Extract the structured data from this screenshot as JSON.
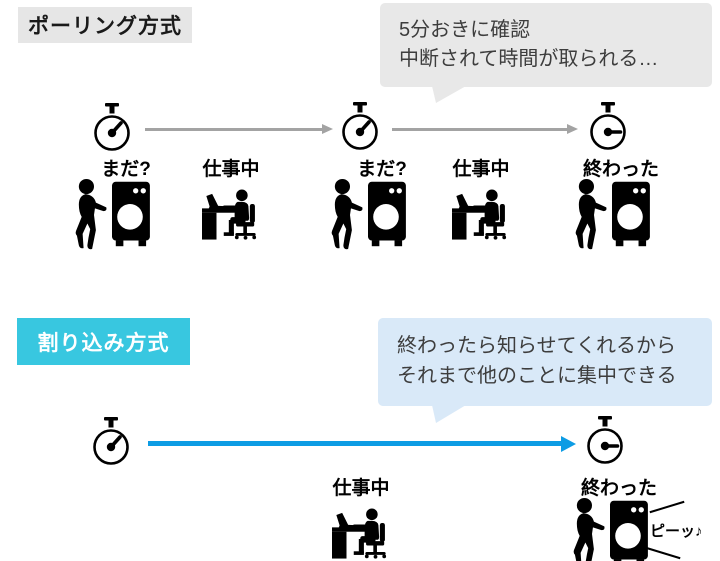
{
  "polling": {
    "title": "ポーリング方式",
    "bubble": {
      "line1": "5分おきに確認",
      "line2": "中断されて時間が取られる…"
    },
    "label_waiting1": "まだ?",
    "label_working1": "仕事中",
    "label_waiting2": "まだ?",
    "label_working2": "仕事中",
    "label_done": "終わった"
  },
  "interrupt": {
    "title": "割り込み方式",
    "bubble": {
      "line1": "終わったら知らせてくれるから",
      "line2": "それまで他のことに集中できる"
    },
    "label_working": "仕事中",
    "label_done": "終わった",
    "label_beep": "ピーッ♪"
  },
  "colors": {
    "polling_header_bg": "#e6e6e6",
    "polling_header_text": "#1a1a1a",
    "polling_bubble_bg": "#e8e8e8",
    "polling_arrow": "#a3a3a3",
    "interrupt_header_bg": "#38c7e0",
    "interrupt_header_text": "#ffffff",
    "interrupt_bubble_bg": "#d9e9f8",
    "interrupt_arrow": "#0d9ce4",
    "bubble_text": "#3d3d3d",
    "icon": "#000000",
    "background": "#ffffff"
  },
  "icons": {
    "stopwatch_running": "stopwatch-running-icon",
    "stopwatch_done": "stopwatch-done-icon",
    "person_washer": "person-at-washing-machine-icon",
    "desk_worker": "person-working-at-desk-icon",
    "speech_tail": "speech-bubble-tail",
    "timeline_arrow": "timeline-arrow"
  }
}
